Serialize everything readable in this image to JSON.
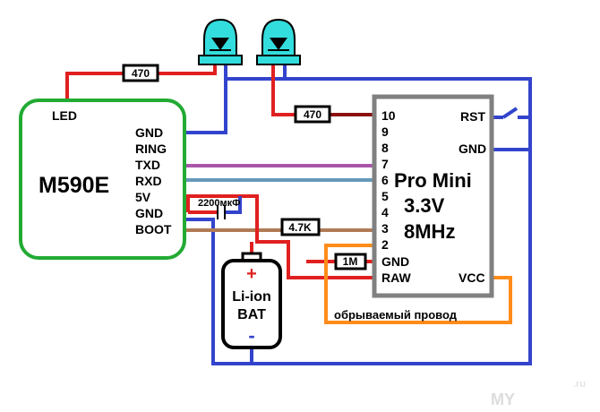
{
  "module": {
    "name": "M590E",
    "led_label": "LED",
    "pins": [
      "GND",
      "RING",
      "TXD",
      "RXD",
      "5V",
      "GND",
      "BOOT"
    ]
  },
  "promini": {
    "title": "Pro Mini",
    "voltage": "3.3V",
    "freq": "8MHz",
    "left_pins": [
      "10",
      "9",
      "8",
      "7",
      "6",
      "5",
      "4",
      "3",
      "2",
      "GND",
      "RAW"
    ],
    "rst": "RST",
    "gnd": "GND",
    "vcc": "VCC"
  },
  "components": {
    "r_led1": "470",
    "r_led2": "470",
    "r_boot": "4.7K",
    "r_gnd": "1M",
    "capacitor": "2200мкФ"
  },
  "battery": {
    "plus": "+",
    "line1": "Li-ion",
    "line2": "BAT",
    "minus": "-"
  },
  "notes": {
    "broken_wire": "обрываемый провод"
  },
  "watermark": "MY",
  "watermark_small": ".ru",
  "colors": {
    "module_border": "#22aa33",
    "board_border": "#808080",
    "wire_red": "#e02020",
    "wire_darkred": "#8b1010",
    "wire_blue": "#3344cc",
    "wire_purple": "#aa55aa",
    "wire_lightblue": "#6699bb",
    "wire_brown": "#b07a55",
    "wire_orange": "#ff8c1a",
    "led_body": "#33dddd"
  }
}
